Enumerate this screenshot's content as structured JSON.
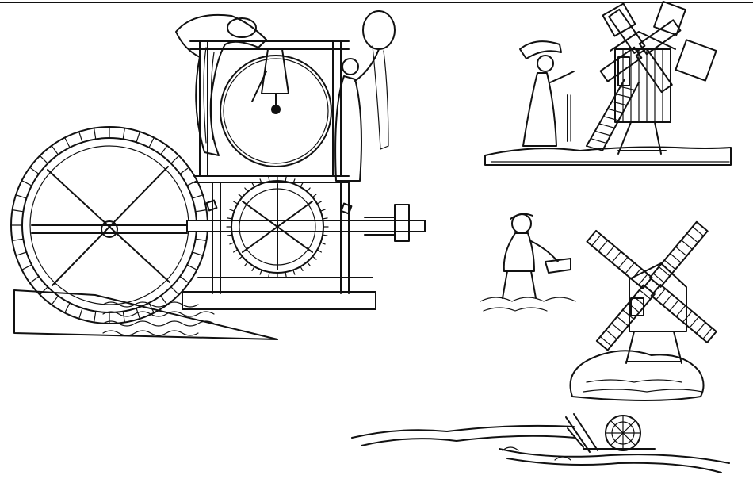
{
  "image": {
    "kind": "line-engraving",
    "colors": {
      "ink": "#111111",
      "paper": "#ffffff"
    }
  },
  "figures": [
    {
      "name": "undershot-waterwheel-mill"
    },
    {
      "name": "post-windmill-with-miller"
    },
    {
      "name": "sower-figure"
    },
    {
      "name": "windmill-on-mound"
    },
    {
      "name": "small-waterwheel-on-river"
    }
  ]
}
